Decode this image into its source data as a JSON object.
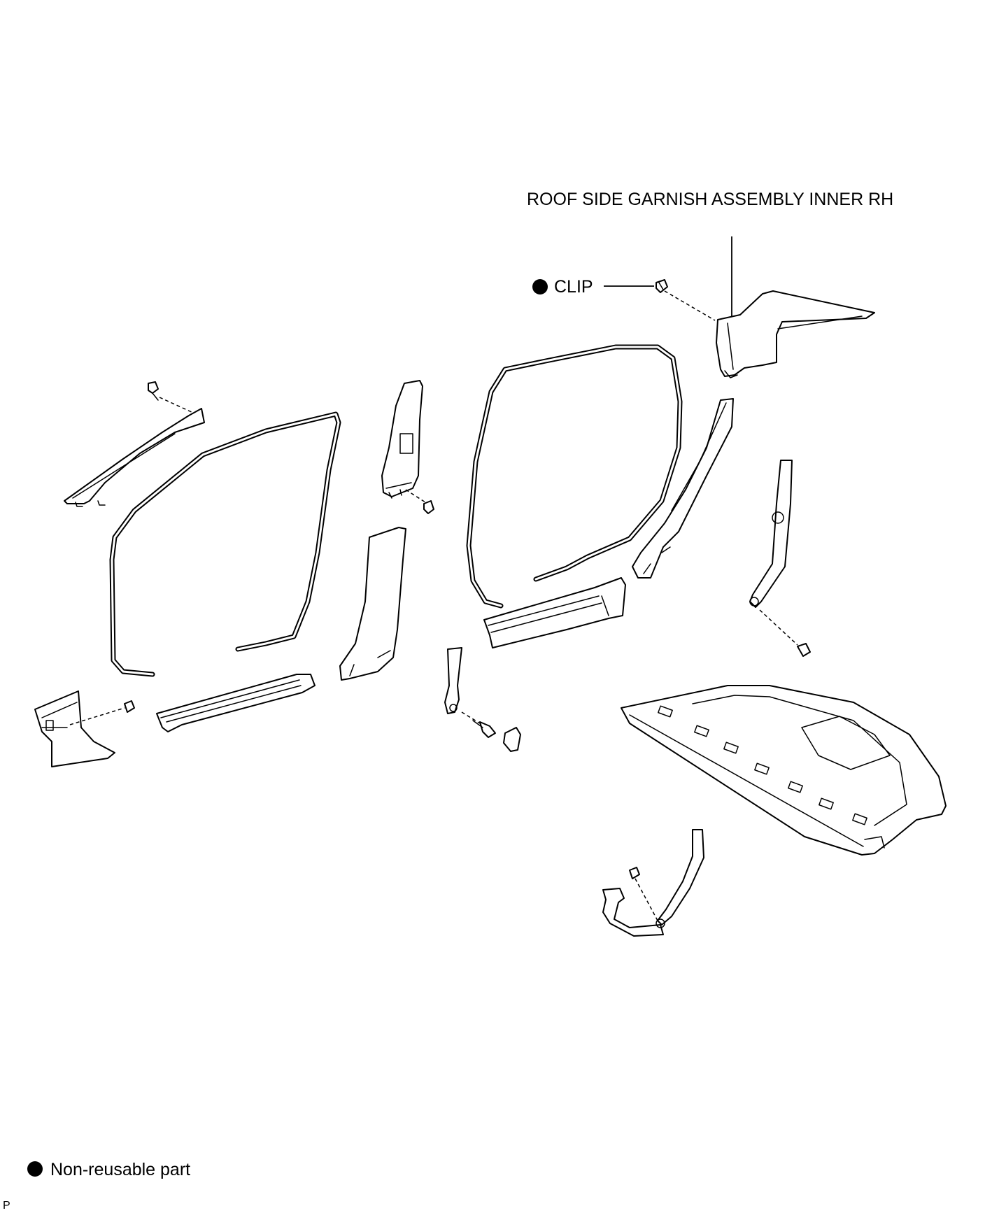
{
  "labels": {
    "roof_side_garnish": "ROOF SIDE GARNISH ASSEMBLY INNER RH",
    "clip": "CLIP",
    "legend_text": "Non-reusable part",
    "figure_code": "P"
  },
  "legend": {
    "symbol": "filled-circle",
    "meaning": "Non-reusable part"
  },
  "colors": {
    "line": "#000000",
    "background": "#ffffff"
  }
}
